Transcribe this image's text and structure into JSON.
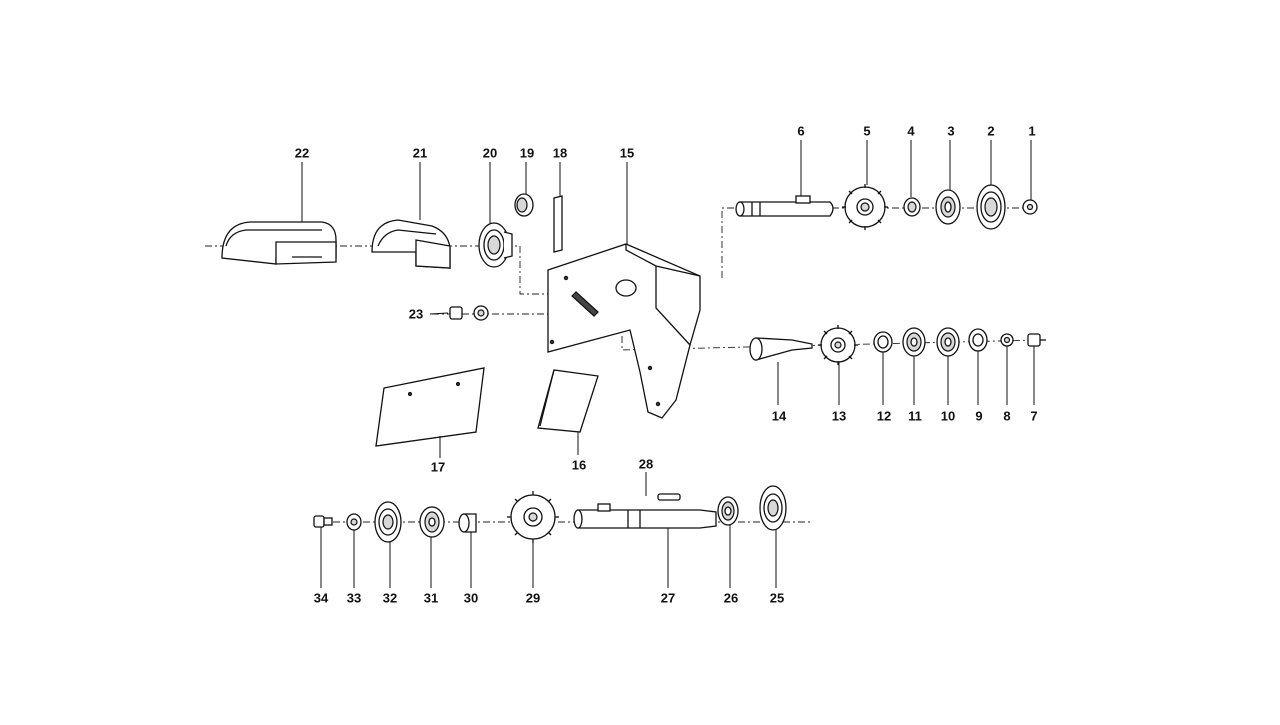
{
  "labels": [
    "1",
    "2",
    "3",
    "4",
    "5",
    "6",
    "7",
    "8",
    "9",
    "10",
    "11",
    "12",
    "13",
    "14",
    "15",
    "16",
    "17",
    "18",
    "19",
    "20",
    "21",
    "22",
    "23",
    "25",
    "26",
    "27",
    "28",
    "29",
    "30",
    "31",
    "32",
    "33",
    "34"
  ]
}
